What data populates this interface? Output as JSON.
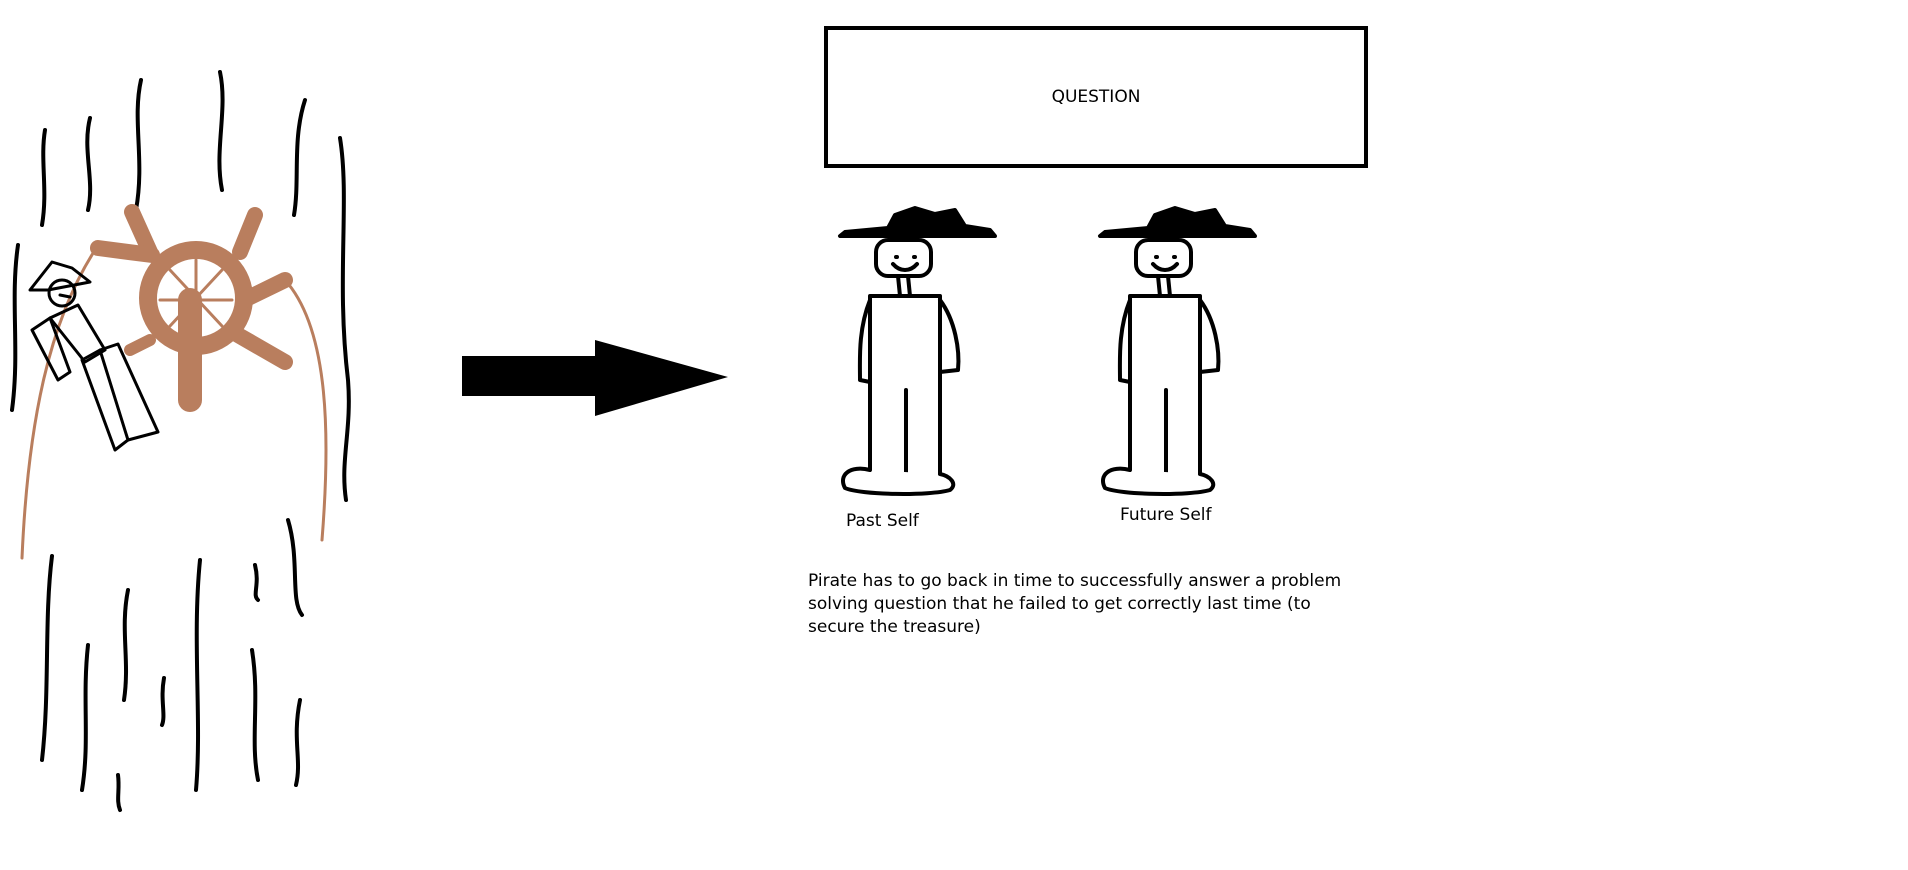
{
  "question_box": {
    "label": "QUESTION"
  },
  "figures": [
    {
      "label": "Past Self"
    },
    {
      "label": "Future Self"
    }
  ],
  "caption": "Pirate has to go back in time to successfully answer a problem solving question that he failed to get correctly last time (to secure the treasure)",
  "colors": {
    "ink": "#000000",
    "wheel": "#b97e5e"
  }
}
